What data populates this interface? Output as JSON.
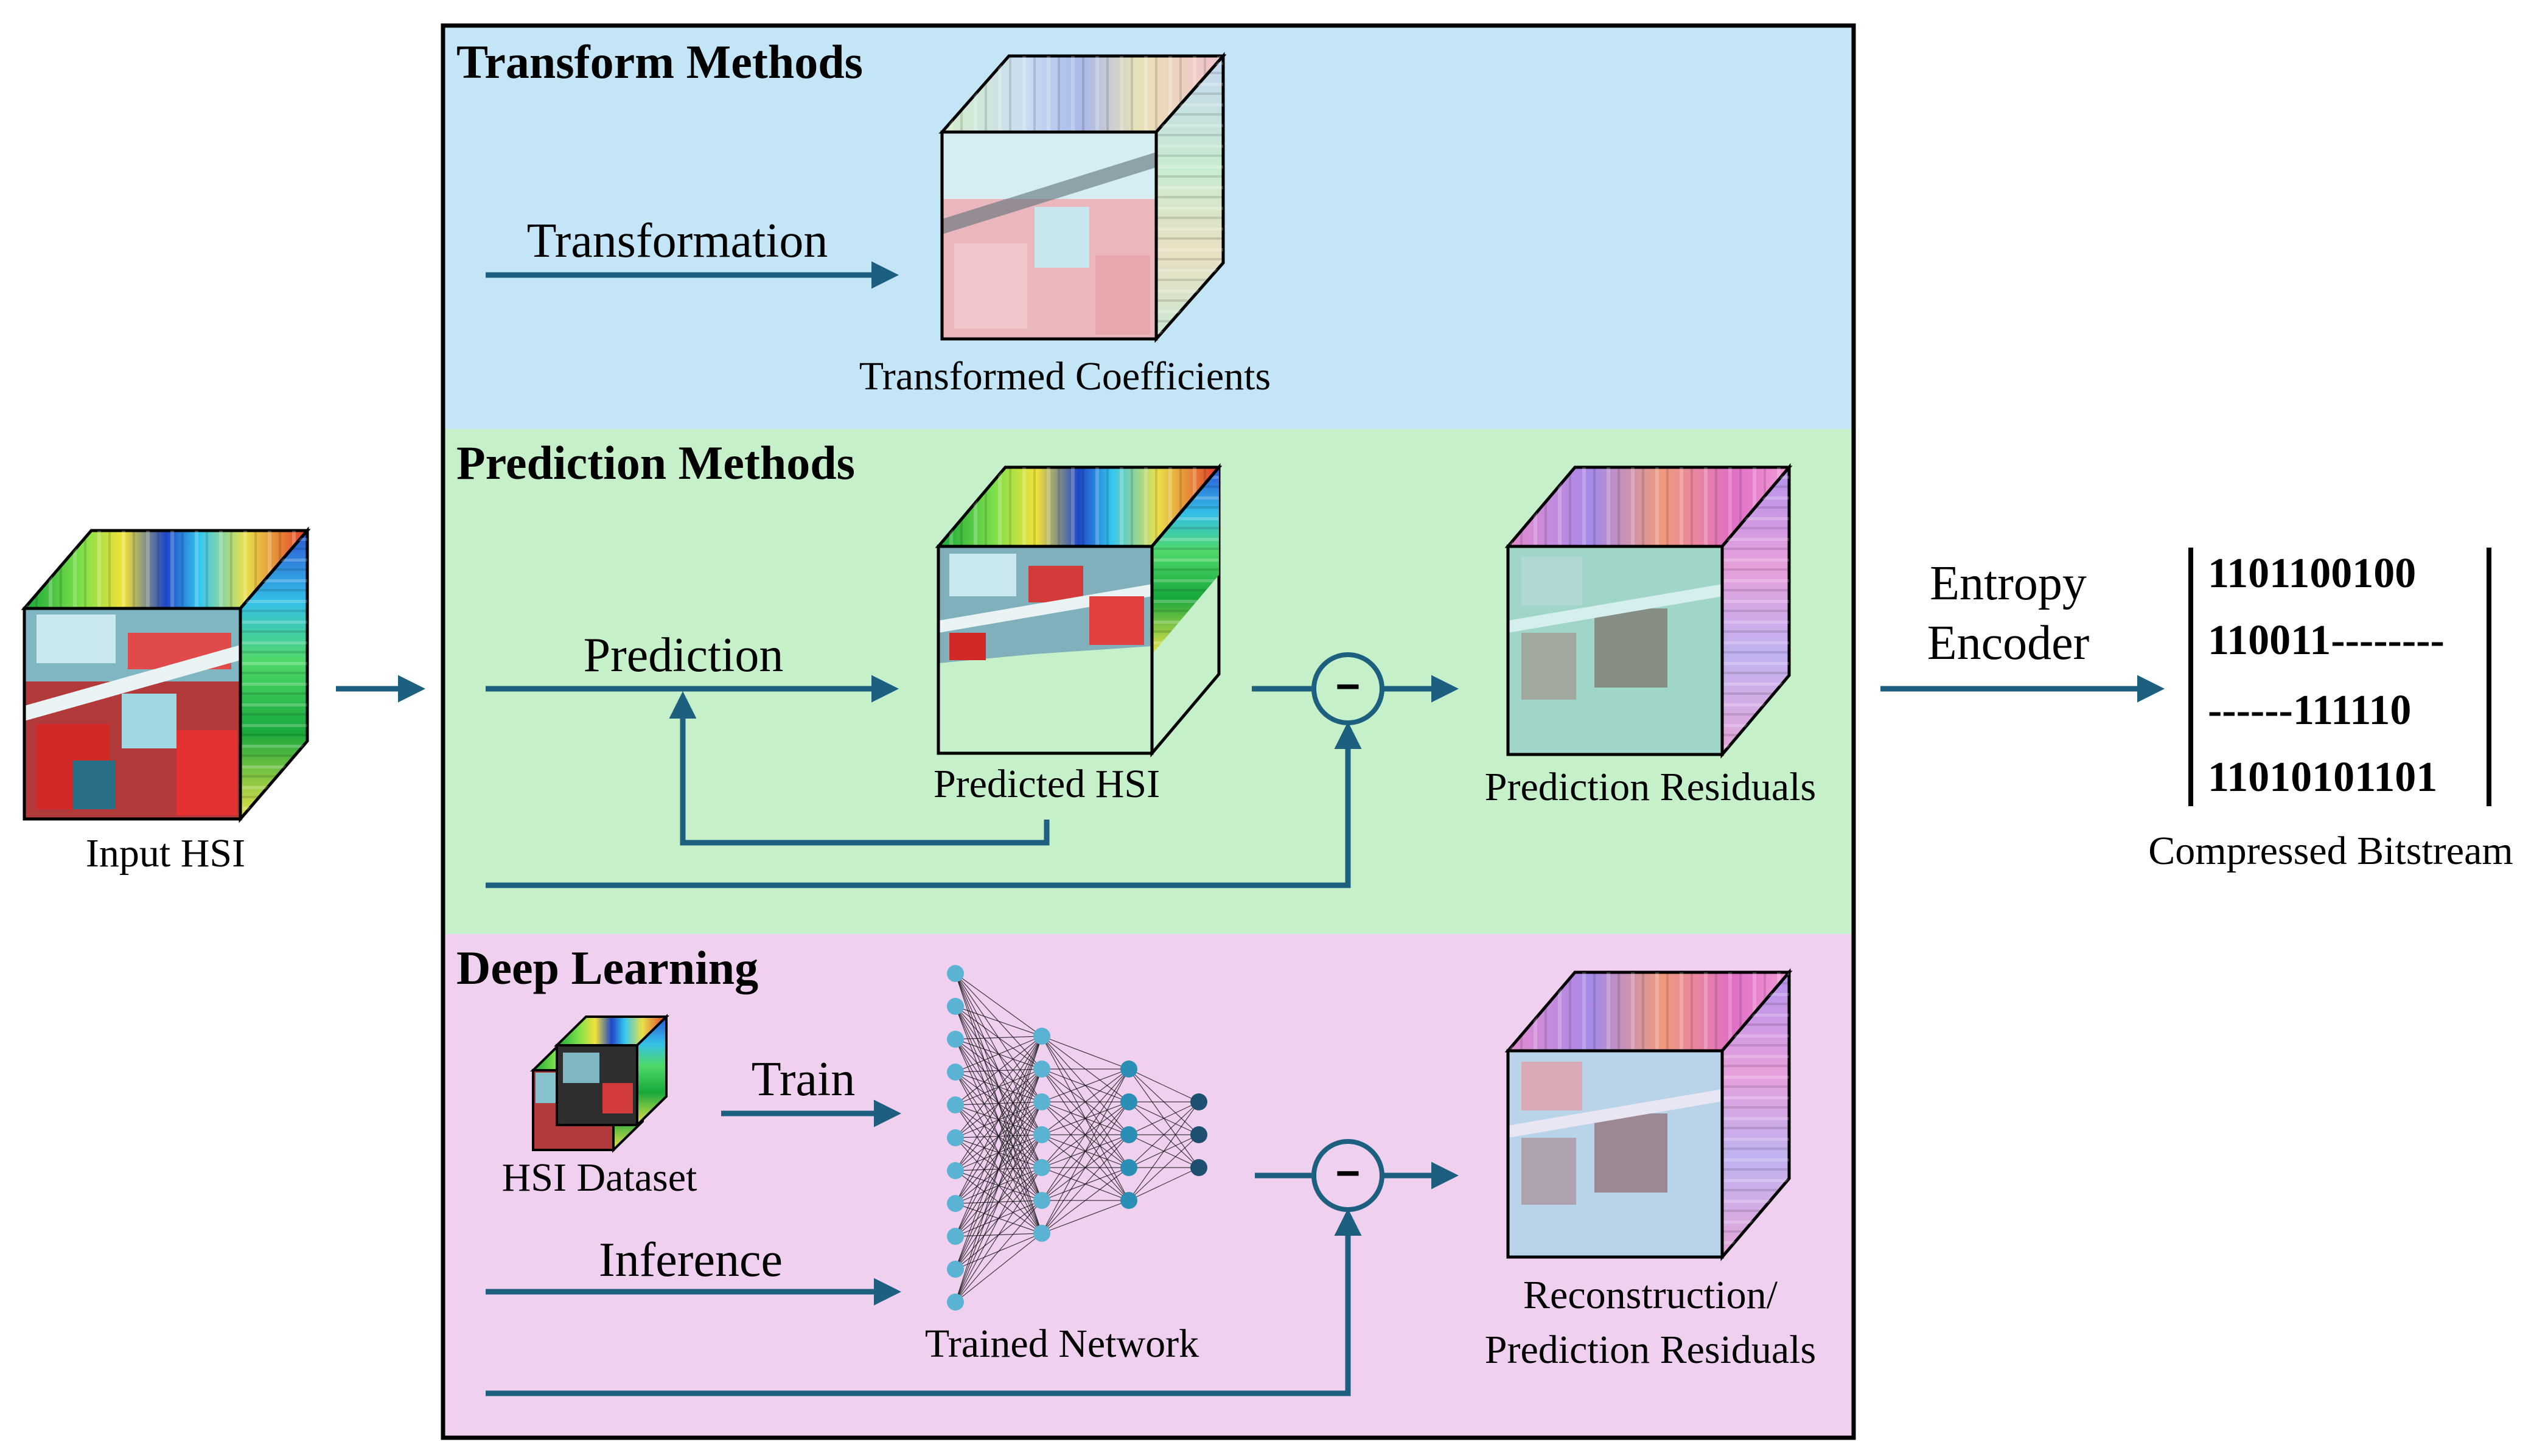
{
  "input": {
    "label": "Input HSI"
  },
  "panels": {
    "transform": {
      "title": "Transform Methods",
      "arrow_label": "Transformation",
      "output_label": "Transformed Coefficients"
    },
    "prediction": {
      "title": "Prediction Methods",
      "arrow_label": "Prediction",
      "cube_label": "Predicted HSI",
      "subtract_symbol": "−",
      "output_label": "Prediction Residuals"
    },
    "deep_learning": {
      "title": "Deep Learning",
      "dataset_label": "HSI Dataset",
      "train_label": "Train",
      "inference_label": "Inference",
      "network_label": "Trained Network",
      "subtract_symbol": "−",
      "output_label_line1": "Reconstruction/",
      "output_label_line2": "Prediction Residuals"
    }
  },
  "encoder": {
    "label_line1": "Entropy",
    "label_line2": "Encoder"
  },
  "bitstream": {
    "lines": [
      "1101100100",
      "110011--------",
      "------111110",
      "11010101101"
    ],
    "label": "Compressed Bitstream"
  },
  "colors": {
    "arrow": "#1d5f7f",
    "transform_bg": "#c3e5f6",
    "prediction_bg": "#c6f0c9",
    "deep_learning_bg": "#f0d0ef",
    "node_light": "#5bb3d3",
    "node_mid": "#2b8fb5",
    "node_dark": "#1d4f70"
  }
}
